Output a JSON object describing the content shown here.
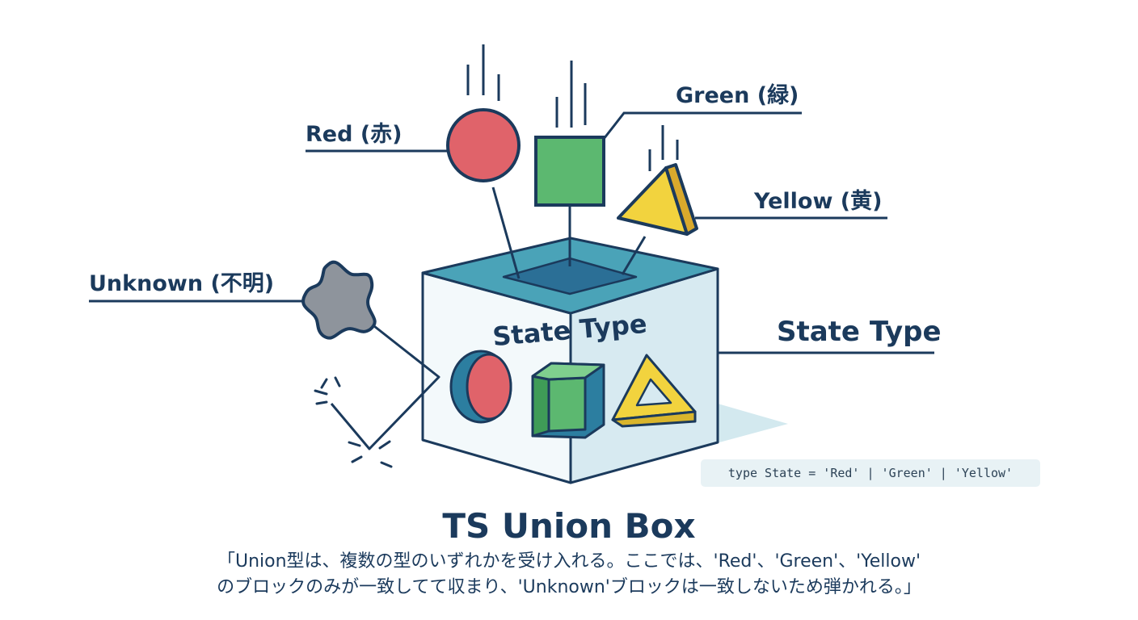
{
  "diagram": {
    "labels": {
      "red": "Red (赤)",
      "green": "Green (緑)",
      "yellow": "Yellow (黄)",
      "unknown": "Unknown (不明)",
      "state_type_side": "State Type",
      "state_type_box": "State Type"
    },
    "colors": {
      "red": "#e0636a",
      "green": "#5cb870",
      "yellow": "#f2d33e",
      "unknown": "#8e949c",
      "box_top": "#4aa3b8",
      "outline": "#1b3a5c"
    },
    "icons": [
      "red-circle-icon",
      "green-square-icon",
      "yellow-triangle-icon",
      "unknown-blob-icon",
      "shape-sorter-box-icon"
    ]
  },
  "code_snippet": "type State = 'Red' | 'Green' | 'Yellow'",
  "title": "TS Union Box",
  "description": {
    "line1": "「Union型は、複数の型のいずれかを受け入れる。ここでは、'Red'、'Green'、'Yellow'",
    "line2": "のブロックのみが一致してて収まり、'Unknown'ブロックは一致しないため弾かれる。」"
  }
}
